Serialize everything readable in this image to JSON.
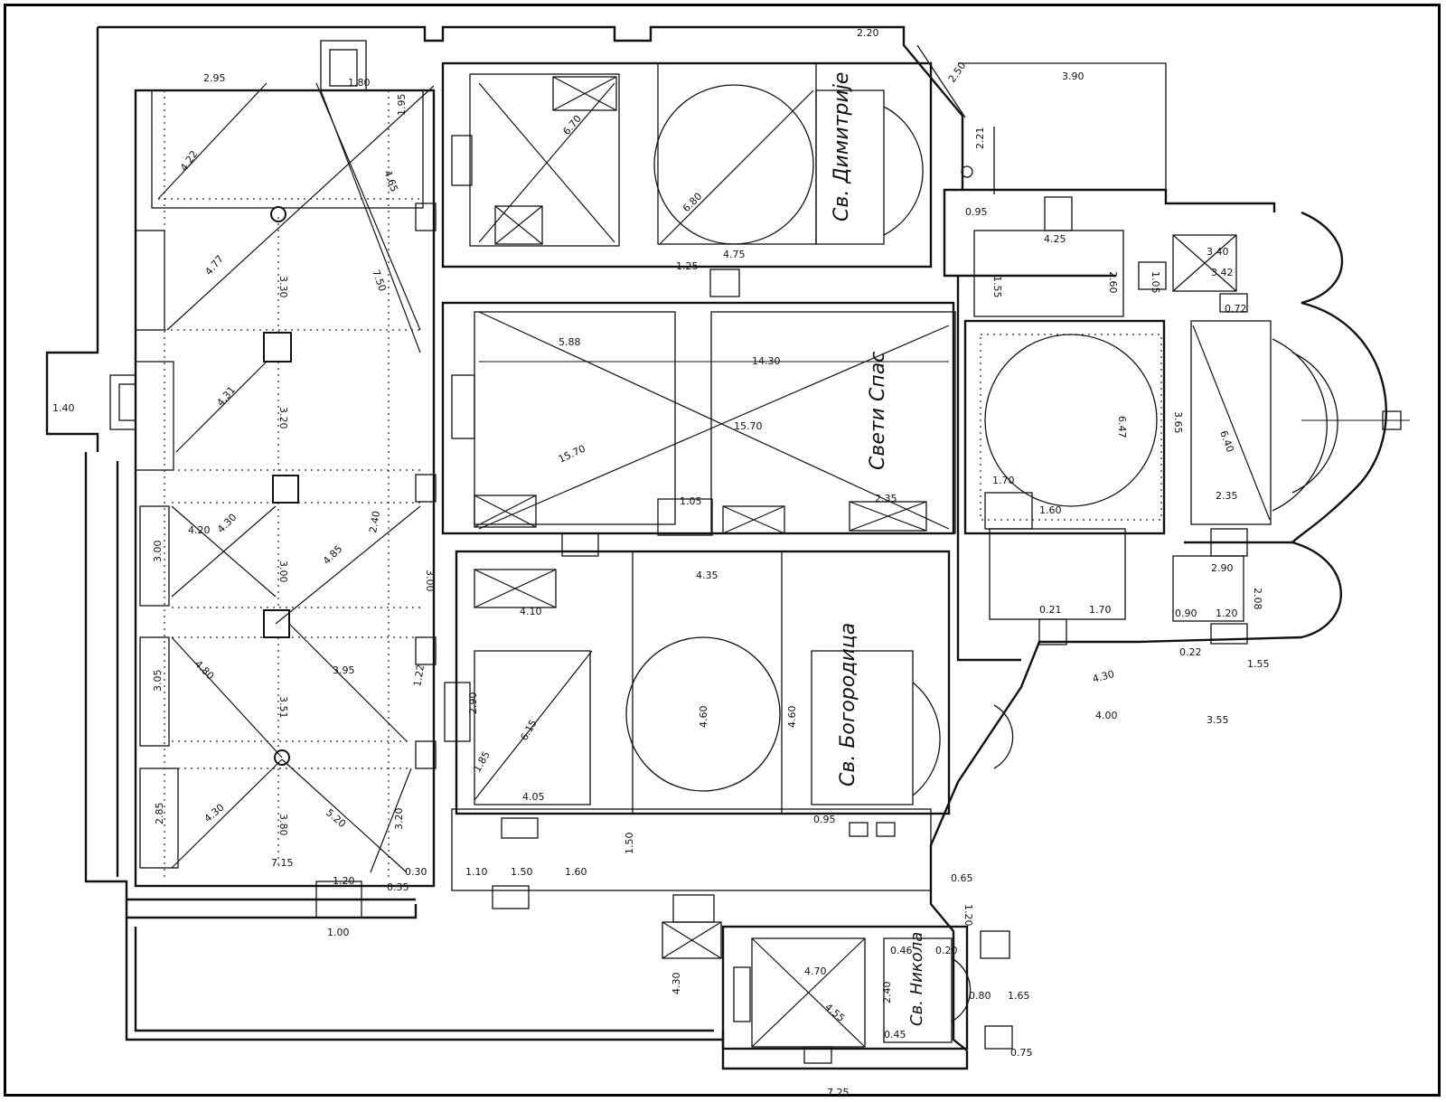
{
  "chapels": {
    "dimitrije": "Св. Димитрије",
    "spas": "Свети Спас",
    "bogorodica": "Св. Богородица",
    "nikola": "Св. Никола"
  },
  "dimensions": {
    "d220": "2.20",
    "d250": "2.50",
    "d390": "3.90",
    "d221": "2.21",
    "d295a": "2.95",
    "d180": "1.80",
    "d195": "1.95",
    "d422": "4.22",
    "d465": "4.65",
    "d670": "6.70",
    "d680": "6.80",
    "d475": "4.75",
    "d125": "1.25",
    "d095a": "0.95",
    "d425": "4.25",
    "d155a": "1.55",
    "d260": "2.60",
    "d105a": "1.05",
    "d340": "3.40",
    "d342": "3.42",
    "d072": "0.72",
    "d477": "4.77",
    "d330": "3.30",
    "d750": "7.50",
    "d588": "5.88",
    "d1430": "14.30",
    "d1570a": "15.70",
    "d1570b": "15.70",
    "d647": "6.47",
    "d365": "3.65",
    "d640": "6.40",
    "d235a": "2.35",
    "d235b": "2.35",
    "d140": "1.40",
    "d431": "4.31",
    "d320": "3.20",
    "d105b": "1.05",
    "d170a": "1.70",
    "d160": "1.60",
    "d290": "2.90",
    "d208": "2.08",
    "d090": "0.90",
    "d120a": "1.20",
    "d420": "4.20",
    "d430a": "4.30",
    "d300a": "3.00",
    "d300b": "3.00",
    "d485": "4.85",
    "d240": "2.40",
    "d300c": "3.00",
    "d435": "4.35",
    "d410": "4.10",
    "d021": "0.21",
    "d170b": "1.70",
    "d022": "0.22",
    "d155b": "1.55",
    "d355": "3.55",
    "d400": "4.00",
    "d430b": "4.30",
    "d480": "4.80",
    "d305": "3.05",
    "d395": "3.95",
    "d351": "3.51",
    "d122": "1.22",
    "d290b": "2.90",
    "d615": "6.15",
    "d460a": "4.60",
    "d460b": "4.60",
    "d185": "1.85",
    "d405": "4.05",
    "d285": "2.85",
    "d430c": "4.30",
    "d380": "3.80",
    "d520": "5.20",
    "d320b": "3.20",
    "d715": "7.15",
    "d120b": "1.20",
    "d030": "0.30",
    "d035": "0.35",
    "d095b": "0.95",
    "d110": "1.10",
    "d150a": "1.50",
    "d160b": "1.60",
    "d150b": "1.50",
    "d100": "1.00",
    "d065": "0.65",
    "d430d": "4.30",
    "d470": "4.70",
    "d455": "4.55",
    "d240b": "2.40",
    "d165": "1.65",
    "d080": "0.80",
    "d046": "0.46",
    "d020": "0.20",
    "d075": "0.75",
    "d725": "7.25",
    "d045": "0.45",
    "d120c": "1.20"
  },
  "colors": {
    "ink": "#111111",
    "paper": "#ffffff"
  }
}
